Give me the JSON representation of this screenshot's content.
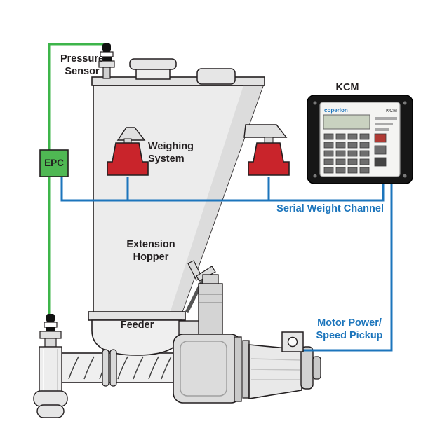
{
  "labels": {
    "pressure_sensor": "Pressure\nSensor",
    "epc": "EPC",
    "weighing_system": "Weighing\nSystem",
    "kcm": "KCM",
    "serial_weight_channel": "Serial Weight Channel",
    "extension_hopper": "Extension\nHopper",
    "feeder": "Feeder",
    "motor_power": "Motor Power/\nSpeed Pickup"
  },
  "kcm_panel": {
    "brand": "coperion",
    "model": "KCM"
  },
  "colors": {
    "wire_green": "#3db54a",
    "wire_blue": "#1c75bc",
    "load_cell_red": "#c9242b",
    "epc_green": "#4fb853",
    "outline_dark": "#231f20",
    "machine_light": "#ececec",
    "kcm_body": "#161616"
  }
}
